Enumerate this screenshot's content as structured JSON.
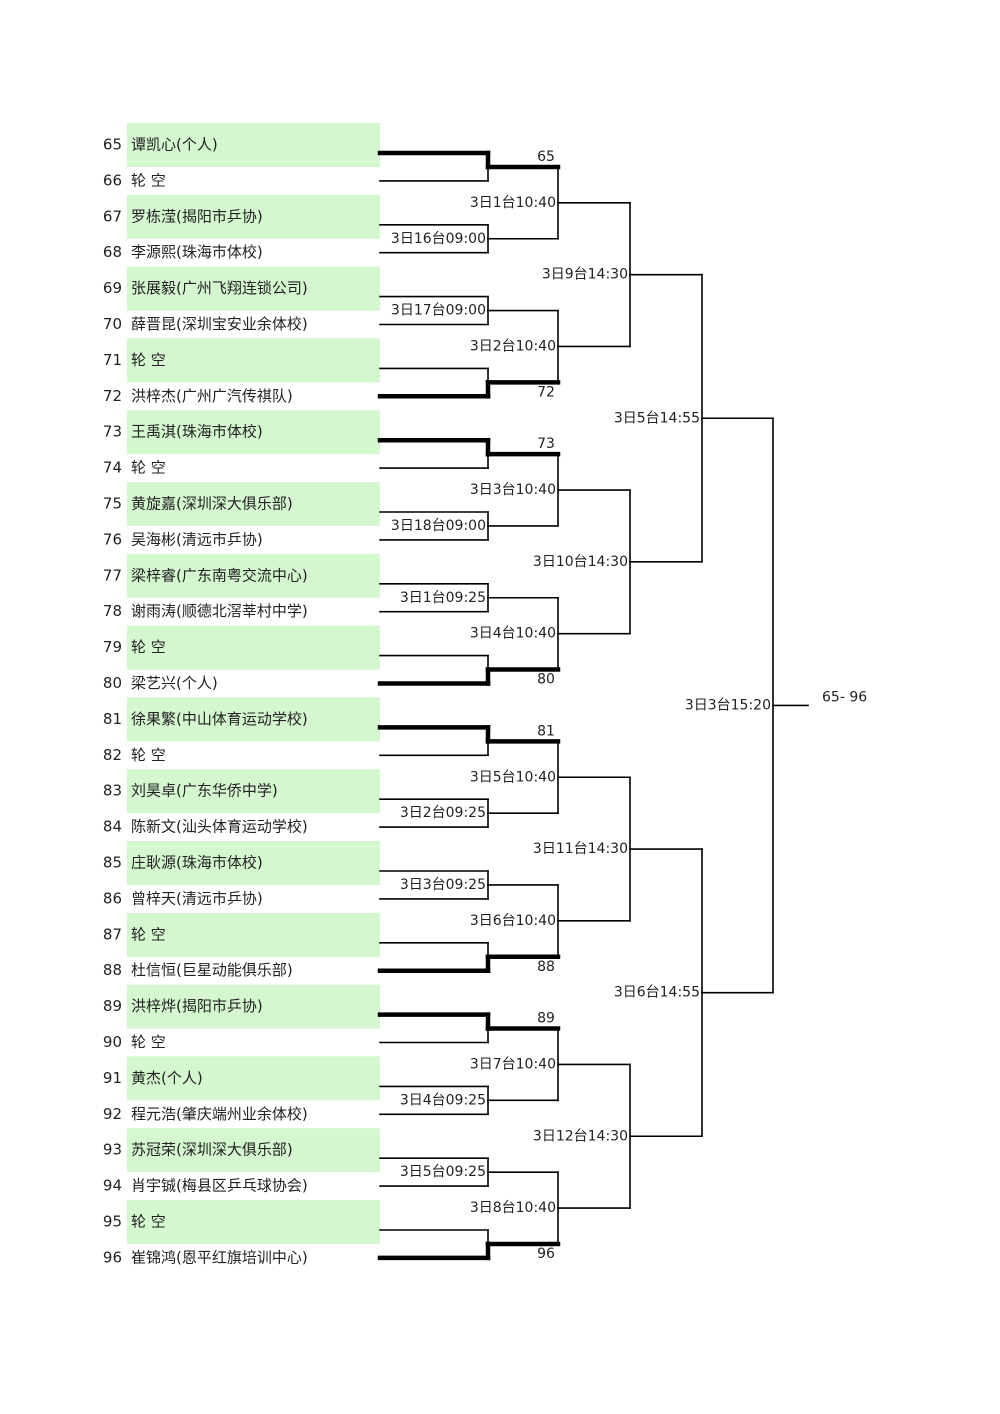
{
  "colors": {
    "highlight": "#d4f7cf",
    "line": "#000000",
    "text": "#222222"
  },
  "players": [
    {
      "seed": "65",
      "name": "谭凯心(个人)"
    },
    {
      "seed": "66",
      "name": "轮  空"
    },
    {
      "seed": "67",
      "name": "罗栋滢(揭阳市乒协)"
    },
    {
      "seed": "68",
      "name": "李源熙(珠海市体校)"
    },
    {
      "seed": "69",
      "name": "张展毅(广州飞翔连锁公司)"
    },
    {
      "seed": "70",
      "name": "薛晋昆(深圳宝安业余体校)"
    },
    {
      "seed": "71",
      "name": "轮  空"
    },
    {
      "seed": "72",
      "name": "洪梓杰(广州广汽传祺队)"
    },
    {
      "seed": "73",
      "name": "王禹淇(珠海市体校)"
    },
    {
      "seed": "74",
      "name": "轮  空"
    },
    {
      "seed": "75",
      "name": "黄旋嘉(深圳深大俱乐部)"
    },
    {
      "seed": "76",
      "name": "吴海彬(清远市乒协)"
    },
    {
      "seed": "77",
      "name": "梁梓睿(广东南粤交流中心)"
    },
    {
      "seed": "78",
      "name": "谢雨涛(顺德北滘莘村中学)"
    },
    {
      "seed": "79",
      "name": "轮  空"
    },
    {
      "seed": "80",
      "name": "梁艺兴(个人)"
    },
    {
      "seed": "81",
      "name": "徐果繁(中山体育运动学校)"
    },
    {
      "seed": "82",
      "name": "轮  空"
    },
    {
      "seed": "83",
      "name": "刘昊卓(广东华侨中学)"
    },
    {
      "seed": "84",
      "name": "陈新文(汕头体育运动学校)"
    },
    {
      "seed": "85",
      "name": "庄耿源(珠海市体校)"
    },
    {
      "seed": "86",
      "name": "曾梓天(清远市乒协)"
    },
    {
      "seed": "87",
      "name": "轮  空"
    },
    {
      "seed": "88",
      "name": "杜信恒(巨星动能俱乐部)"
    },
    {
      "seed": "89",
      "name": "洪梓烨(揭阳市乒协)"
    },
    {
      "seed": "90",
      "name": "轮  空"
    },
    {
      "seed": "91",
      "name": "黄杰(个人)"
    },
    {
      "seed": "92",
      "name": "程元浩(肇庆端州业余体校)"
    },
    {
      "seed": "93",
      "name": "苏冠荣(深圳深大俱乐部)"
    },
    {
      "seed": "94",
      "name": "肖宇铖(梅县区乒乓球协会)"
    },
    {
      "seed": "95",
      "name": "轮  空"
    },
    {
      "seed": "96",
      "name": "崔锦鸿(恩平红旗培训中心)"
    }
  ],
  "round1": [
    {
      "label": "",
      "winner": "top"
    },
    {
      "label": "3日16台09:00",
      "winner": ""
    },
    {
      "label": "3日17台09:00",
      "winner": ""
    },
    {
      "label": "",
      "winner": "bottom"
    },
    {
      "label": "",
      "winner": "top"
    },
    {
      "label": "3日18台09:00",
      "winner": ""
    },
    {
      "label": "3日1台09:25",
      "winner": ""
    },
    {
      "label": "",
      "winner": "bottom"
    },
    {
      "label": "",
      "winner": "top"
    },
    {
      "label": "3日2台09:25",
      "winner": ""
    },
    {
      "label": "3日3台09:25",
      "winner": ""
    },
    {
      "label": "",
      "winner": "bottom"
    },
    {
      "label": "",
      "winner": "top"
    },
    {
      "label": "3日4台09:25",
      "winner": ""
    },
    {
      "label": "3日5台09:25",
      "winner": ""
    },
    {
      "label": "",
      "winner": "bottom"
    }
  ],
  "round2": [
    {
      "label": "3日1台10:40",
      "top_advanced": "65",
      "bottom_advanced": ""
    },
    {
      "label": "3日2台10:40",
      "top_advanced": "",
      "bottom_advanced": "72"
    },
    {
      "label": "3日3台10:40",
      "top_advanced": "73",
      "bottom_advanced": ""
    },
    {
      "label": "3日4台10:40",
      "top_advanced": "",
      "bottom_advanced": "80"
    },
    {
      "label": "3日5台10:40",
      "top_advanced": "81",
      "bottom_advanced": ""
    },
    {
      "label": "3日6台10:40",
      "top_advanced": "",
      "bottom_advanced": "88"
    },
    {
      "label": "3日7台10:40",
      "top_advanced": "89",
      "bottom_advanced": ""
    },
    {
      "label": "3日8台10:40",
      "top_advanced": "",
      "bottom_advanced": "96"
    }
  ],
  "round3": [
    {
      "label": "3日9台14:30"
    },
    {
      "label": "3日10台14:30"
    },
    {
      "label": "3日11台14:30"
    },
    {
      "label": "3日12台14:30"
    }
  ],
  "round4": [
    {
      "label": "3日5台14:55"
    },
    {
      "label": "3日6台14:55"
    }
  ],
  "final": {
    "label": "3日3台15:20",
    "result": "65- 96"
  }
}
